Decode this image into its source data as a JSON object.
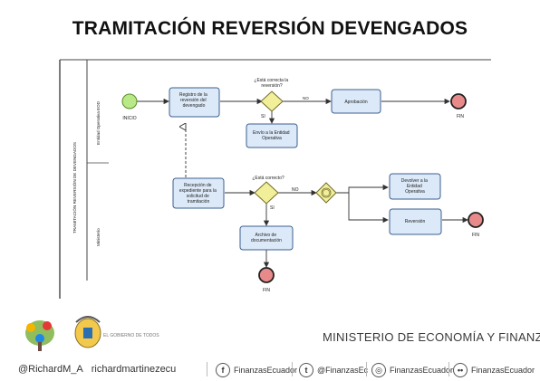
{
  "title": "TRAMITACIÓN REVERSIÓN DEVENGADOS",
  "pool": {
    "name": "TRAMITACIÓN REVERSIÓN DE DEVENGADOS",
    "lanes": [
      "Entidad Operativa EOD",
      "Ministerio"
    ]
  },
  "nodes": {
    "start_label": "INICIO",
    "task_register": "Registro de la reversión del devengado",
    "gw_approve": "¿Está correcta la reversión?",
    "gw_approve_yes": "SI",
    "gw_approve_no": "NO",
    "task_approve": "Aprobación",
    "end_top_label": "FIN",
    "task_send": "Envío a la Entidad Operativa",
    "task_receive": "Recepción de expediente para la solicitud de tramitación",
    "gw_correct": "¿Está correcto?",
    "gw_correct_no": "NO",
    "gw_correct_yes": "SI",
    "task_return": "Devolver a la Entidad Operativa",
    "task_reverse": "Reversión",
    "end_right_label": "FIN",
    "task_archive": "Archivo de documentación",
    "end_bottom_label": "FIN"
  },
  "footer": {
    "ministry": "MINISTERIO DE ECONOMÍA Y FINANZAS",
    "ecuador_text": "EL GOBIERNO DE TODOS",
    "handle": "@RichardM_A",
    "site": "richardmartinezecu",
    "facebook": "FinanzasEcuador",
    "twitter": "@FinanzasEc",
    "instagram": "FinanzasEcuador",
    "flickr": "FinanzasEcuador"
  },
  "colors": {
    "task_fill": "#dce9f8",
    "task_stroke": "#3b5f8f",
    "start_fill": "#b8e986",
    "end_fill": "#e88a8a",
    "gateway_fill": "#f2ef9a"
  }
}
